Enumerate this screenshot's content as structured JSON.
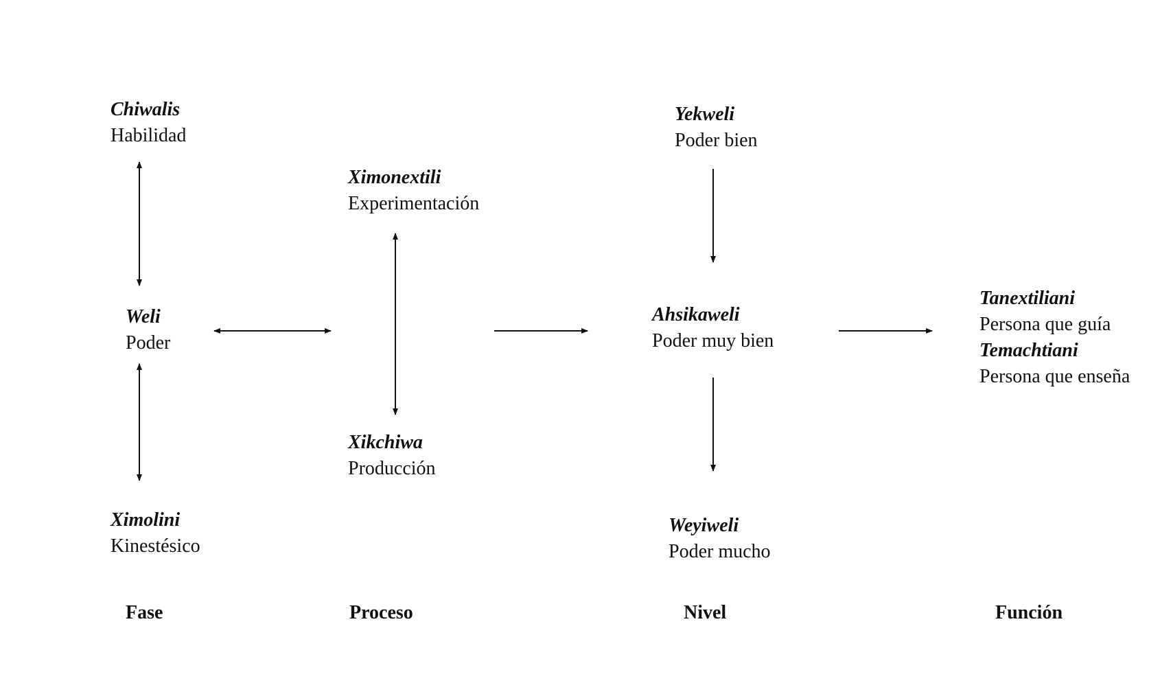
{
  "nodes": {
    "chiwalis": {
      "term": "Chiwalis",
      "gloss": "Habilidad"
    },
    "weli": {
      "term": "Weli",
      "gloss": "Poder"
    },
    "ximolini": {
      "term": "Ximolini",
      "gloss": "Kinestésico"
    },
    "ximonextili": {
      "term": "Ximonextili",
      "gloss": "Experimentación"
    },
    "xikchiwa": {
      "term": "Xikchiwa",
      "gloss": "Producción"
    },
    "yekweli": {
      "term": "Yekweli",
      "gloss": "Poder bien"
    },
    "ahsikaweli": {
      "term": "Ahsikaweli",
      "gloss": "Poder muy bien"
    },
    "weyiweli": {
      "term": "Weyiweli",
      "gloss": "Poder mucho"
    },
    "tanextiliani": {
      "term": "Tanextiliani",
      "gloss": "Persona que guía"
    },
    "temachtiani": {
      "term": "Temachtiani",
      "gloss": "Persona que enseña"
    }
  },
  "columns": {
    "fase": "Fase",
    "proceso": "Proceso",
    "nivel": "Nivel",
    "funcion": "Función"
  },
  "colors": {
    "ink": "#111111",
    "background": "#ffffff"
  }
}
